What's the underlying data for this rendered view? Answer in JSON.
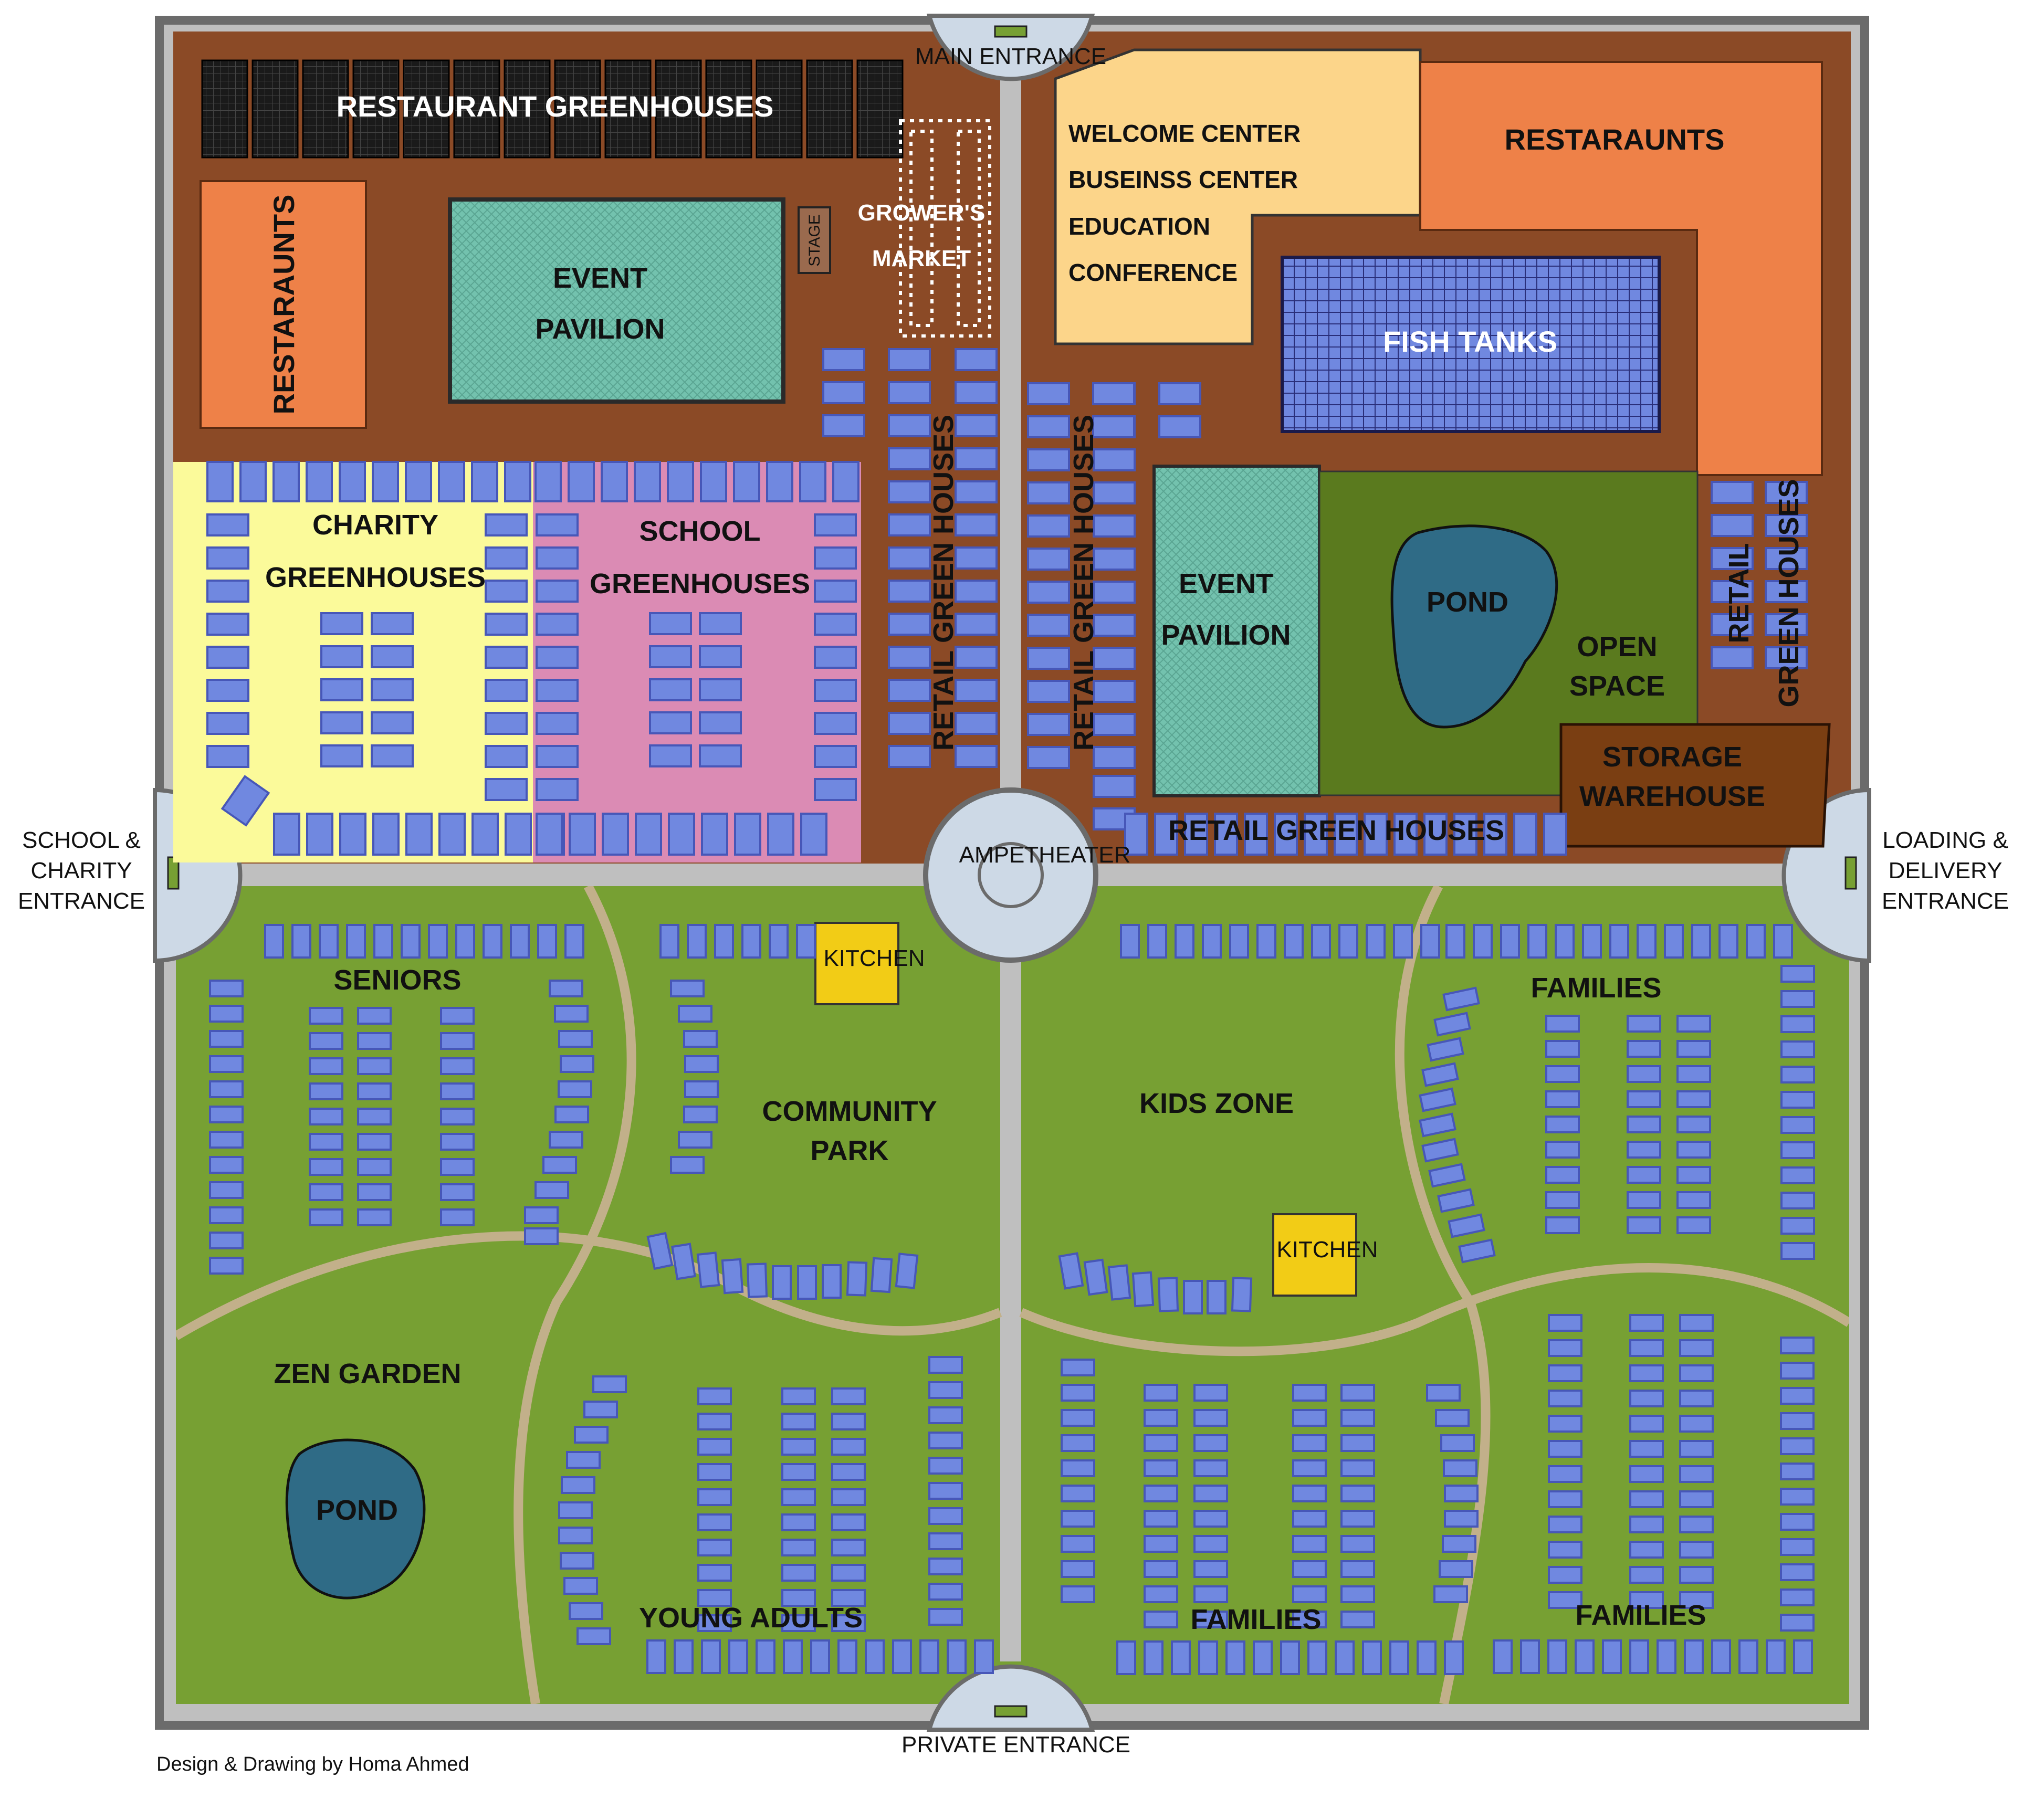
{
  "colors": {
    "frame": "#6b6b6b",
    "inner_frame": "#bfbfbf",
    "plaza": "#8b4a26",
    "park": "#77a033",
    "path": "#c2b08a",
    "plot": "#7088e0",
    "plot_dark": "#4757b8",
    "restaurant": "#ee8148",
    "pavilion": "#73c2ae",
    "welcome": "#fcd58a",
    "charity": "#fbfa9a",
    "school": "#db8bb4",
    "open_space": "#5a7a1e",
    "warehouse": "#7a3e12",
    "pond": "#2f6b86",
    "kitchen": "#f2cc16",
    "roundabout": "#cdd9e6",
    "black_gh": "#1a1a1a"
  },
  "entrances": {
    "main": "MAIN ENTRANCE",
    "private": "PRIVATE ENTRANCE",
    "school_charity": [
      "SCHOOL &",
      "CHARITY",
      "ENTRANCE"
    ],
    "loading_delivery": [
      "LOADING &",
      "DELIVERY",
      "ENTRANCE"
    ]
  },
  "zones": {
    "restaurant_greenhouses": "RESTAURANT GREENHOUSES",
    "restaurants_left": "RESTARAUNTS",
    "restaurants_right": "RESTARAUNTS",
    "event_pavilion_top": [
      "EVENT",
      "PAVILION"
    ],
    "stage": "STAGE",
    "growers_market": [
      "GROWER'S",
      "MARKET"
    ],
    "welcome_block": [
      "WELCOME CENTER",
      "BUSEINSS CENTER",
      "EDUCATION",
      "CONFERENCE"
    ],
    "fish_tanks": "FISH TANKS",
    "charity_greenhouses": [
      "CHARITY",
      "GREENHOUSES"
    ],
    "school_greenhouses": [
      "SCHOOL",
      "GREENHOUSES"
    ],
    "retail_green_houses": "RETAIL GREEN HOUSES",
    "retail_green_houses_vertical": "RETAIL GREEN HOUSES",
    "retail_green_houses_right": [
      "RETAIL",
      "GREEN HOUSES"
    ],
    "event_pavilion_right": [
      "EVENT",
      "PAVILION"
    ],
    "pond_top": "POND",
    "open_space": [
      "OPEN",
      "SPACE"
    ],
    "storage_warehouse": [
      "STORAGE",
      "WAREHOUSE"
    ],
    "amphitheater": "AMPETHEATER",
    "seniors": "SENIORS",
    "kitchen_left": "KITCHEN",
    "community_park": [
      "COMMUNITY",
      "PARK"
    ],
    "kids_zone": "KIDS ZONE",
    "kitchen_right": "KITCHEN",
    "families_top_right": "FAMILIES",
    "zen_garden": "ZEN GARDEN",
    "pond_bottom": "POND",
    "young_adults": "YOUNG ADULTS",
    "families_bottom_mid": "FAMILIES",
    "families_bottom_right": "FAMILIES"
  },
  "credit": "Design & Drawing by Homa Ahmed"
}
